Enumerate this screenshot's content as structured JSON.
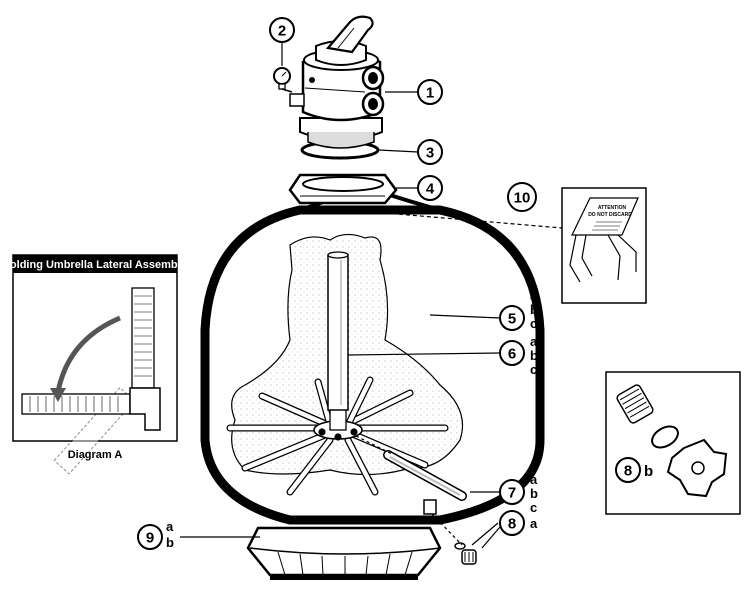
{
  "diagram_a": {
    "banner": "Folding Umbrella Lateral Assembly",
    "caption": "Diagram A"
  },
  "sign": {
    "line1": "ATTENTION",
    "line2": "DO NOT DISCARD"
  },
  "callouts": {
    "c1": "1",
    "c2": "2",
    "c3": "3",
    "c4": "4",
    "c5": "5",
    "c5_letters": [
      "a",
      "b",
      "c"
    ],
    "c6": "6",
    "c6_letters": [
      "a",
      "b",
      "c"
    ],
    "c7": "7",
    "c7_letters": [
      "a",
      "b",
      "c"
    ],
    "c8": "8",
    "c8_letter": "a",
    "c8b": "8",
    "c8b_letter": "b",
    "c9": "9",
    "c9_letters": [
      "a",
      "b"
    ],
    "c10": "10"
  }
}
